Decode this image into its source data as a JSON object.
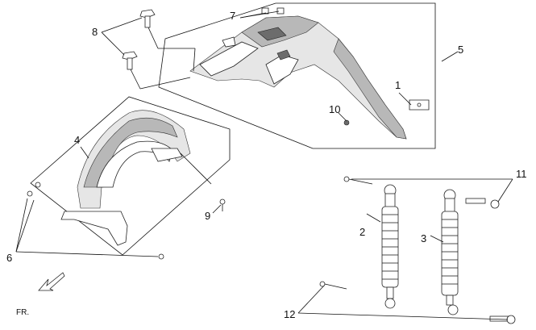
{
  "callouts": {
    "c1": "1",
    "c2": "2",
    "c3": "3",
    "c4": "4",
    "c5": "5",
    "c6": "6",
    "c7": "7",
    "c8": "8",
    "c9": "9",
    "c10": "10",
    "c11": "11",
    "c12": "12"
  },
  "direction_label": "FR."
}
